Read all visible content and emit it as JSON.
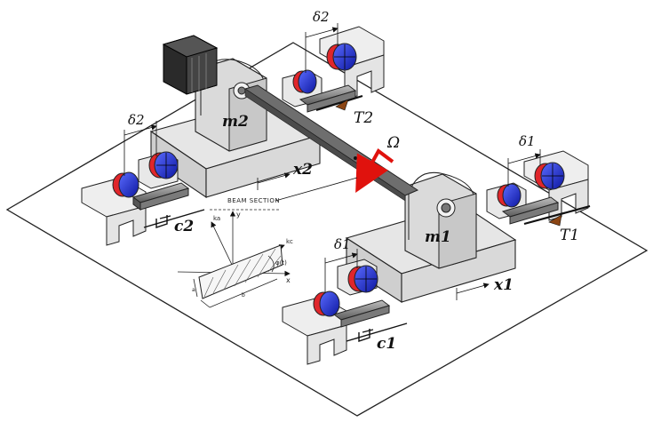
{
  "labels": {
    "m1": "m1",
    "m2": "m2",
    "x1": "x1",
    "x2": "x2",
    "T1": "T1",
    "T2": "T2",
    "c1": "c1",
    "c2": "c2",
    "delta1": "δ1",
    "delta2": "δ2",
    "omega": "Ω"
  },
  "section": {
    "title": "BEAM SECTION",
    "y": "y",
    "x": "x",
    "kc": "kc",
    "ka": "ka",
    "phi": "φ(t)",
    "a": "a",
    "b": "b"
  },
  "colors": {
    "magnet_red": "#e0262b",
    "magnet_blue": "#1f2fd6",
    "motor": "#2a2a2a",
    "omega_arrow": "#e0120d",
    "spring_tip": "#8b4513",
    "rail": "#8c8c8c",
    "beam": "#6e6e6e"
  }
}
